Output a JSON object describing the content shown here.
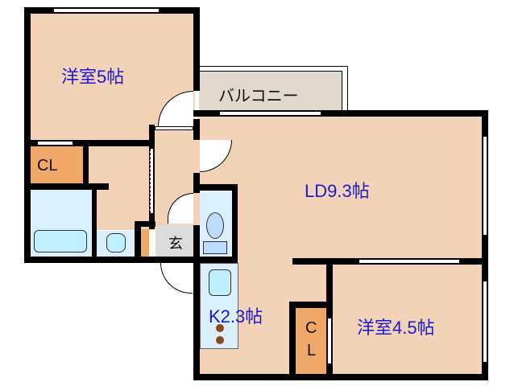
{
  "floorplan": {
    "rooms": {
      "western_5": {
        "label": "洋室5帖"
      },
      "balcony": {
        "label": "バルコニー"
      },
      "ld": {
        "label": "LD9.3帖"
      },
      "kitchen": {
        "label": "K2.3帖"
      },
      "western_4_5": {
        "label": "洋室4.5帖"
      },
      "closet_top": {
        "label": "CL"
      },
      "closet_bottom": {
        "label_c": "C",
        "label_l": "L"
      },
      "entrance": {
        "label": "玄"
      }
    },
    "colors": {
      "floor": "#f2d3b8",
      "wet_area": "#dcefff",
      "closet": "#f0a868",
      "balcony": "#e3d8ce",
      "entrance": "#dcdcdc",
      "wall": "#000000",
      "room_label": "#1a1ad6"
    }
  }
}
